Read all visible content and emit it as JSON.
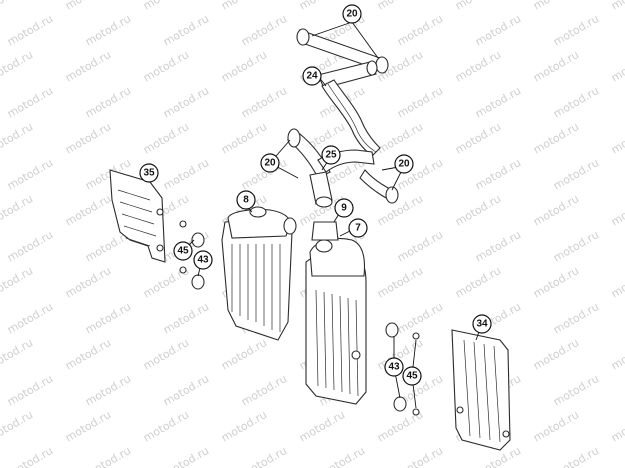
{
  "watermark": "motod.ru",
  "callouts": [
    {
      "id": "c20a",
      "label": "20"
    },
    {
      "id": "c24",
      "label": "24"
    },
    {
      "id": "c25",
      "label": "25"
    },
    {
      "id": "c20b",
      "label": "20"
    },
    {
      "id": "c20c",
      "label": "20"
    },
    {
      "id": "c35",
      "label": "35"
    },
    {
      "id": "c8",
      "label": "8"
    },
    {
      "id": "c9",
      "label": "9"
    },
    {
      "id": "c7",
      "label": "7"
    },
    {
      "id": "c45a",
      "label": "45"
    },
    {
      "id": "c43a",
      "label": "43"
    },
    {
      "id": "c34",
      "label": "34"
    },
    {
      "id": "c43b",
      "label": "43"
    },
    {
      "id": "c45b",
      "label": "45"
    }
  ]
}
